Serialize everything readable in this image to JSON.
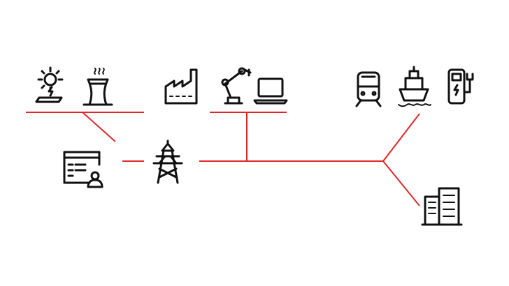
{
  "diagram": {
    "line_color": "#e0262b",
    "icon_color": "#111111",
    "nodes": [
      {
        "id": "solar",
        "icon": "solar-panel-icon"
      },
      {
        "id": "cooling-tower",
        "icon": "power-plant-cooling-tower-icon"
      },
      {
        "id": "factory",
        "icon": "factory-icon"
      },
      {
        "id": "robot-arm",
        "icon": "robot-arm-icon"
      },
      {
        "id": "laptop",
        "icon": "laptop-icon"
      },
      {
        "id": "train",
        "icon": "train-icon"
      },
      {
        "id": "ship",
        "icon": "ship-icon"
      },
      {
        "id": "ev-charger",
        "icon": "ev-charger-icon"
      },
      {
        "id": "dashboard-user",
        "icon": "dashboard-user-icon"
      },
      {
        "id": "transmission-tower",
        "icon": "transmission-tower-icon"
      },
      {
        "id": "office-building",
        "icon": "office-building-icon"
      }
    ]
  }
}
